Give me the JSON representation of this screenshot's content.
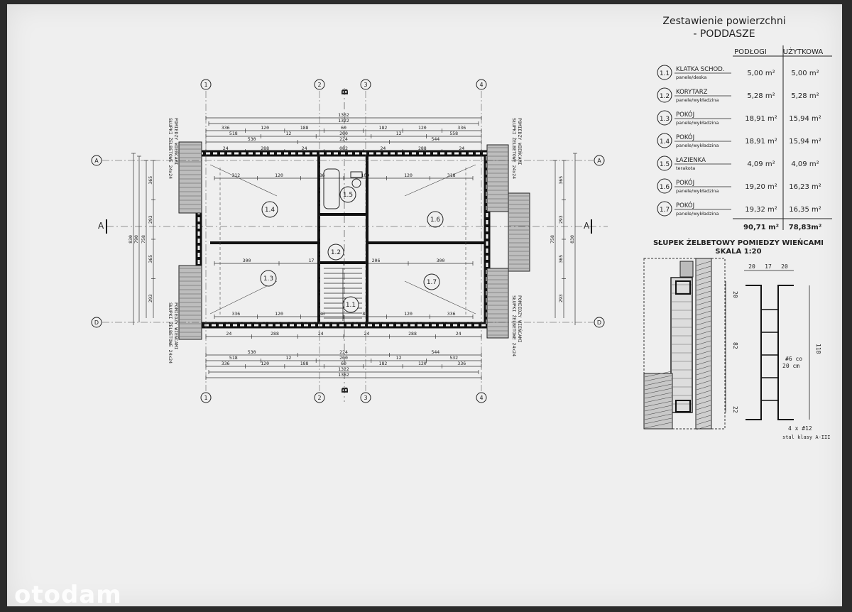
{
  "summary": {
    "title_line1": "Zestawienie powierzchni",
    "title_line2": "- PODDASZE",
    "col_floor": "PODŁOGI",
    "col_usable": "UŻYTKOWA",
    "rows": [
      {
        "id": "1.1",
        "name": "KLATKA SCHOD.",
        "finish": "panele/deska",
        "floor": "5,00 m²",
        "usable": "5,00 m²"
      },
      {
        "id": "1.2",
        "name": "KORYTARZ",
        "finish": "panele/wykładzina",
        "floor": "5,28 m²",
        "usable": "5,28 m²"
      },
      {
        "id": "1.3",
        "name": "POKÓJ",
        "finish": "panele/wykładzina",
        "floor": "18,91 m²",
        "usable": "15,94 m²"
      },
      {
        "id": "1.4",
        "name": "POKÓJ",
        "finish": "panele/wykładzina",
        "floor": "18,91 m²",
        "usable": "15,94 m²"
      },
      {
        "id": "1.5",
        "name": "ŁAZIENKA",
        "finish": "terakota",
        "floor": "4,09 m²",
        "usable": "4,09 m²"
      },
      {
        "id": "1.6",
        "name": "POKÓJ",
        "finish": "panele/wykładzina",
        "floor": "19,20 m²",
        "usable": "16,23 m²"
      },
      {
        "id": "1.7",
        "name": "POKÓJ",
        "finish": "panele/wykładzina",
        "floor": "19,32 m²",
        "usable": "16,35 m²"
      }
    ],
    "total_floor": "90,71 m²",
    "total_usable": "78,83m²"
  },
  "detail": {
    "title": "SŁUPEK ŻELBETOWY POMIEDZY WIEŃCAMI",
    "scale": "SKALA 1:20",
    "dims_top": [
      "20",
      "17",
      "20"
    ],
    "dim_20a": "20",
    "dim_82": "82",
    "dim_22": "22",
    "dim_118": "118",
    "stirrup_a": "#6 co",
    "stirrup_b": "20 cm",
    "rebar_a": "4 x #12",
    "rebar_b": "stal klasy A-III"
  },
  "plan": {
    "axes_vertical": [
      "1",
      "2",
      "3",
      "4"
    ],
    "axes_horizontal": [
      "A",
      "D"
    ],
    "section_mark_a": "A",
    "section_mark_b": "B",
    "room_labels": [
      "1.4",
      "1.6",
      "1.3",
      "1.7",
      "1.2",
      "1.5",
      "1.1"
    ],
    "dims_top_overall": [
      "1362",
      "1322"
    ],
    "dims_top_row1": [
      "336",
      "120",
      "188",
      "60",
      "182",
      "120",
      "336"
    ],
    "dims_top_row2": [
      "518",
      "12",
      "200",
      "12",
      "558"
    ],
    "dims_top_row3": [
      "530",
      "224",
      "544"
    ],
    "dims_wall_top": [
      "24",
      "288",
      "24",
      "082",
      "24",
      "288",
      "24"
    ],
    "dims_interior_top": [
      "312",
      "120",
      "86",
      "100",
      "120",
      "318"
    ],
    "dims_interior_mid": [
      "300",
      "17",
      "206",
      "300"
    ],
    "dims_interior_bottom": [
      "336",
      "120",
      "86",
      "88",
      "120",
      "336"
    ],
    "dims_wall_bottom": [
      "24",
      "288",
      "24",
      "24",
      "288",
      "24"
    ],
    "dims_bottom_row1": [
      "530",
      "224",
      "544"
    ],
    "dims_bottom_row2": [
      "518",
      "12",
      "200",
      "12",
      "532"
    ],
    "dims_bottom_row3": [
      "336",
      "120",
      "188",
      "60",
      "182",
      "120",
      "336"
    ],
    "dims_bottom_overall": [
      "1322",
      "1362"
    ],
    "dims_left": [
      "830",
      "790",
      "758",
      "365",
      "293",
      "365",
      "293"
    ],
    "dims_right": [
      "758",
      "830",
      "365",
      "293",
      "365",
      "293"
    ],
    "pillar_note_a": "SŁUPKI ŻELBETOWE 24x24",
    "pillar_note_b": "POMIEDZY WIEŃCAMI"
  },
  "watermark": "otodam"
}
